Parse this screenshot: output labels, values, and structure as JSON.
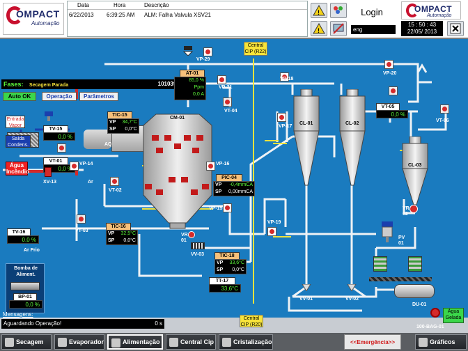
{
  "header": {
    "logo_text": "OMPACT",
    "logo_sub": "Automação",
    "alarm_columns": [
      "Data",
      "Hora",
      "Descrição"
    ],
    "alarm_row": {
      "date": "6/22/2013",
      "time": "6:39:25 AM",
      "desc": "ALM: Falha Valvula XSV21"
    },
    "login_label": "Login",
    "user": "eng",
    "clock_time": "15 : 50 : 43",
    "clock_date": "22/05/ 2013"
  },
  "fases": {
    "label": "Fases:",
    "state": "Secagem Parada",
    "counter": "101039 s"
  },
  "tabs": {
    "auto_ok": "Auto OK",
    "operacao": "Operação",
    "parametros": "Parâmetros"
  },
  "instruments": {
    "tic15": {
      "tag": "TIC-15",
      "vp_lbl": "VP",
      "vp": "34,7°C",
      "sp_lbl": "SP",
      "sp": "0,0°C"
    },
    "at01": {
      "tag": "AT-01",
      "v1": "85,0 %",
      "v2": "Ppm",
      "v3": "0,0 A"
    },
    "tv15": {
      "tag": "TV-15",
      "val": "0,0 %"
    },
    "vt01": {
      "tag": "VT-01",
      "val": "0,0 %"
    },
    "vt05": {
      "tag": "VT-05",
      "val": "0,0 %"
    },
    "pic04": {
      "tag": "PIC-04",
      "vp_lbl": "VP",
      "vp": "-0,4mmCA",
      "sp_lbl": "SP",
      "sp": "0,00mmCA"
    },
    "tic16": {
      "tag": "TIC-16",
      "vp_lbl": "VP",
      "vp": "32,5°C",
      "sp_lbl": "SP",
      "sp": "0,0°C"
    },
    "tic18": {
      "tag": "TIC-18",
      "vp_lbl": "VP",
      "vp": "33,6°C",
      "sp_lbl": "SP",
      "sp": "0,0°C"
    },
    "tt17": {
      "tag": "TT-17",
      "val": "33,6°C"
    },
    "tv16": {
      "tag": "TV-16",
      "val": "0,0 %"
    },
    "bp01": {
      "tag": "BP-01",
      "val": "0,0 %"
    }
  },
  "labels": {
    "entrada_vapor": "Entrada Vapor",
    "saida_condens": "Saída Condens.",
    "agua_incendio": "Água Incêndio",
    "aq01": "AQ-01",
    "cm01": "CM-01",
    "cl01": "CL-01",
    "cl02": "CL-02",
    "cl03": "CL-03",
    "vp29": "VP-29",
    "vp21": "VP-21",
    "vt04": "VT-04",
    "vp18": "VP-18",
    "vp20": "VP-20",
    "vp17": "VP-17",
    "vt06": "VT-06",
    "vp14": "VP-14",
    "xv13": "XV-13",
    "ar1": "Ar",
    "vt02": "VT-02",
    "vp16": "VP-16",
    "vp15": "VP-15",
    "vt03": "VT-03",
    "vr01": "VR 01",
    "vv03": "VV-03",
    "vp19": "VP-19",
    "vr02": "VR 02",
    "pv01": "PV 01",
    "vv01": "VV-01",
    "vv02": "VV-02",
    "du01": "DU-01",
    "bag": "100-BAG-01",
    "agua_gelada": "Água Gelada",
    "ar_frio": "Ar Frio",
    "bomba": "Bomba de Aliment.",
    "central_cip_top": "Central CIP (R22)",
    "central_cip_bottom": "Central CIP (R20)"
  },
  "messages": {
    "label": "Mensagens:",
    "text": "Aguardando Operação!",
    "counter": "0 s"
  },
  "nav": {
    "secagem": "Secagem",
    "evaporador": "Evaporador",
    "alimentacao": "Alimentação",
    "central_cip": "Central Cip",
    "cristalizacao": "Cristalização",
    "emergencia": "<<Emergência>>",
    "graficos": "Gráficos"
  },
  "colors": {
    "process_bg": "#1a7bbf",
    "pipe_white": "#eef2f5",
    "pipe_red": "#d42a2a",
    "pipe_yellow": "#f0e23c",
    "value_green": "#5dfa3c"
  }
}
